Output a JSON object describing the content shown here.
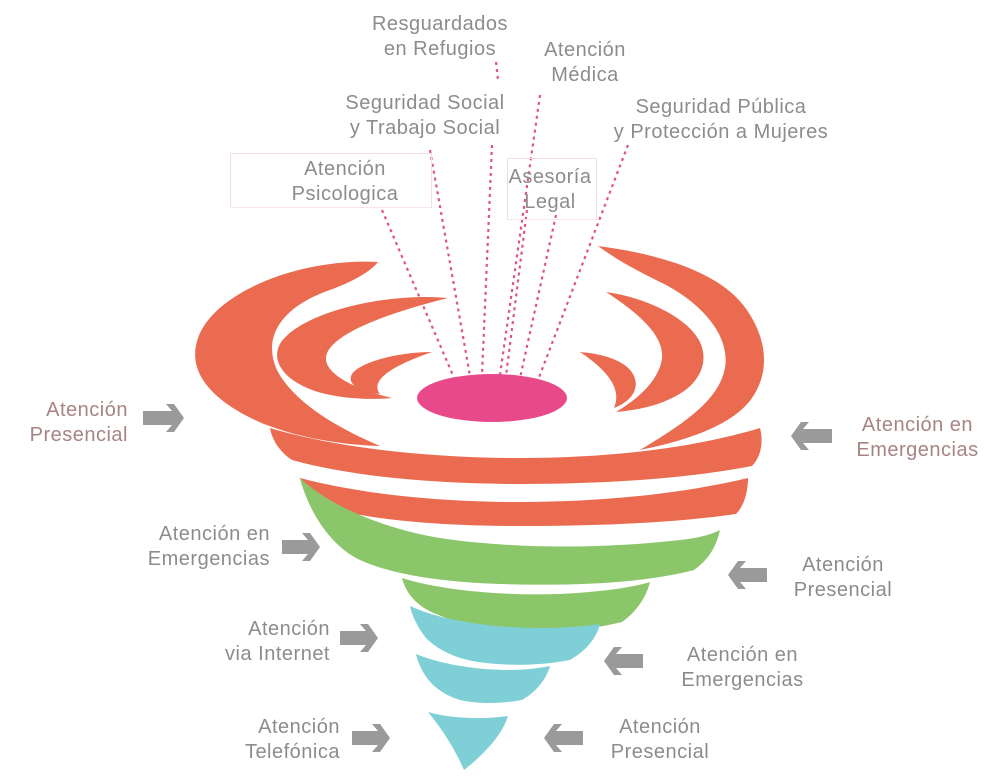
{
  "colors": {
    "red": "#ea6b50",
    "green": "#8cc66b",
    "cyan": "#7fd0d6",
    "pink": "#e8498a",
    "arrow": "#9a9a9a",
    "text": "#8c8c8c"
  },
  "services": {
    "refugios": [
      "Resguardados",
      "en Refugios"
    ],
    "medica": [
      "Atención",
      "Médica"
    ],
    "seguridad_social": [
      "Seguridad Social",
      "y Trabajo Social"
    ],
    "seguridad_publica": [
      "Seguridad Pública",
      "y Protección a Mujeres"
    ],
    "psicologica": [
      "Atención",
      "Psicologica"
    ],
    "legal": [
      "Asesoría",
      "Legal"
    ]
  },
  "inputs": {
    "left_red": [
      "Atención",
      "Presencial"
    ],
    "right_red": [
      "Atención en",
      "Emergencias"
    ],
    "left_green": [
      "Atención en",
      "Emergencias"
    ],
    "right_green": [
      "Atención",
      "Presencial"
    ],
    "left_cyan_1": [
      "Atención",
      "via Internet"
    ],
    "right_cyan_1": [
      "Atención en",
      "Emergencias"
    ],
    "left_cyan_2": [
      "Atención",
      "Telefónica"
    ],
    "right_cyan_2": [
      "Atención",
      "Presencial"
    ]
  }
}
